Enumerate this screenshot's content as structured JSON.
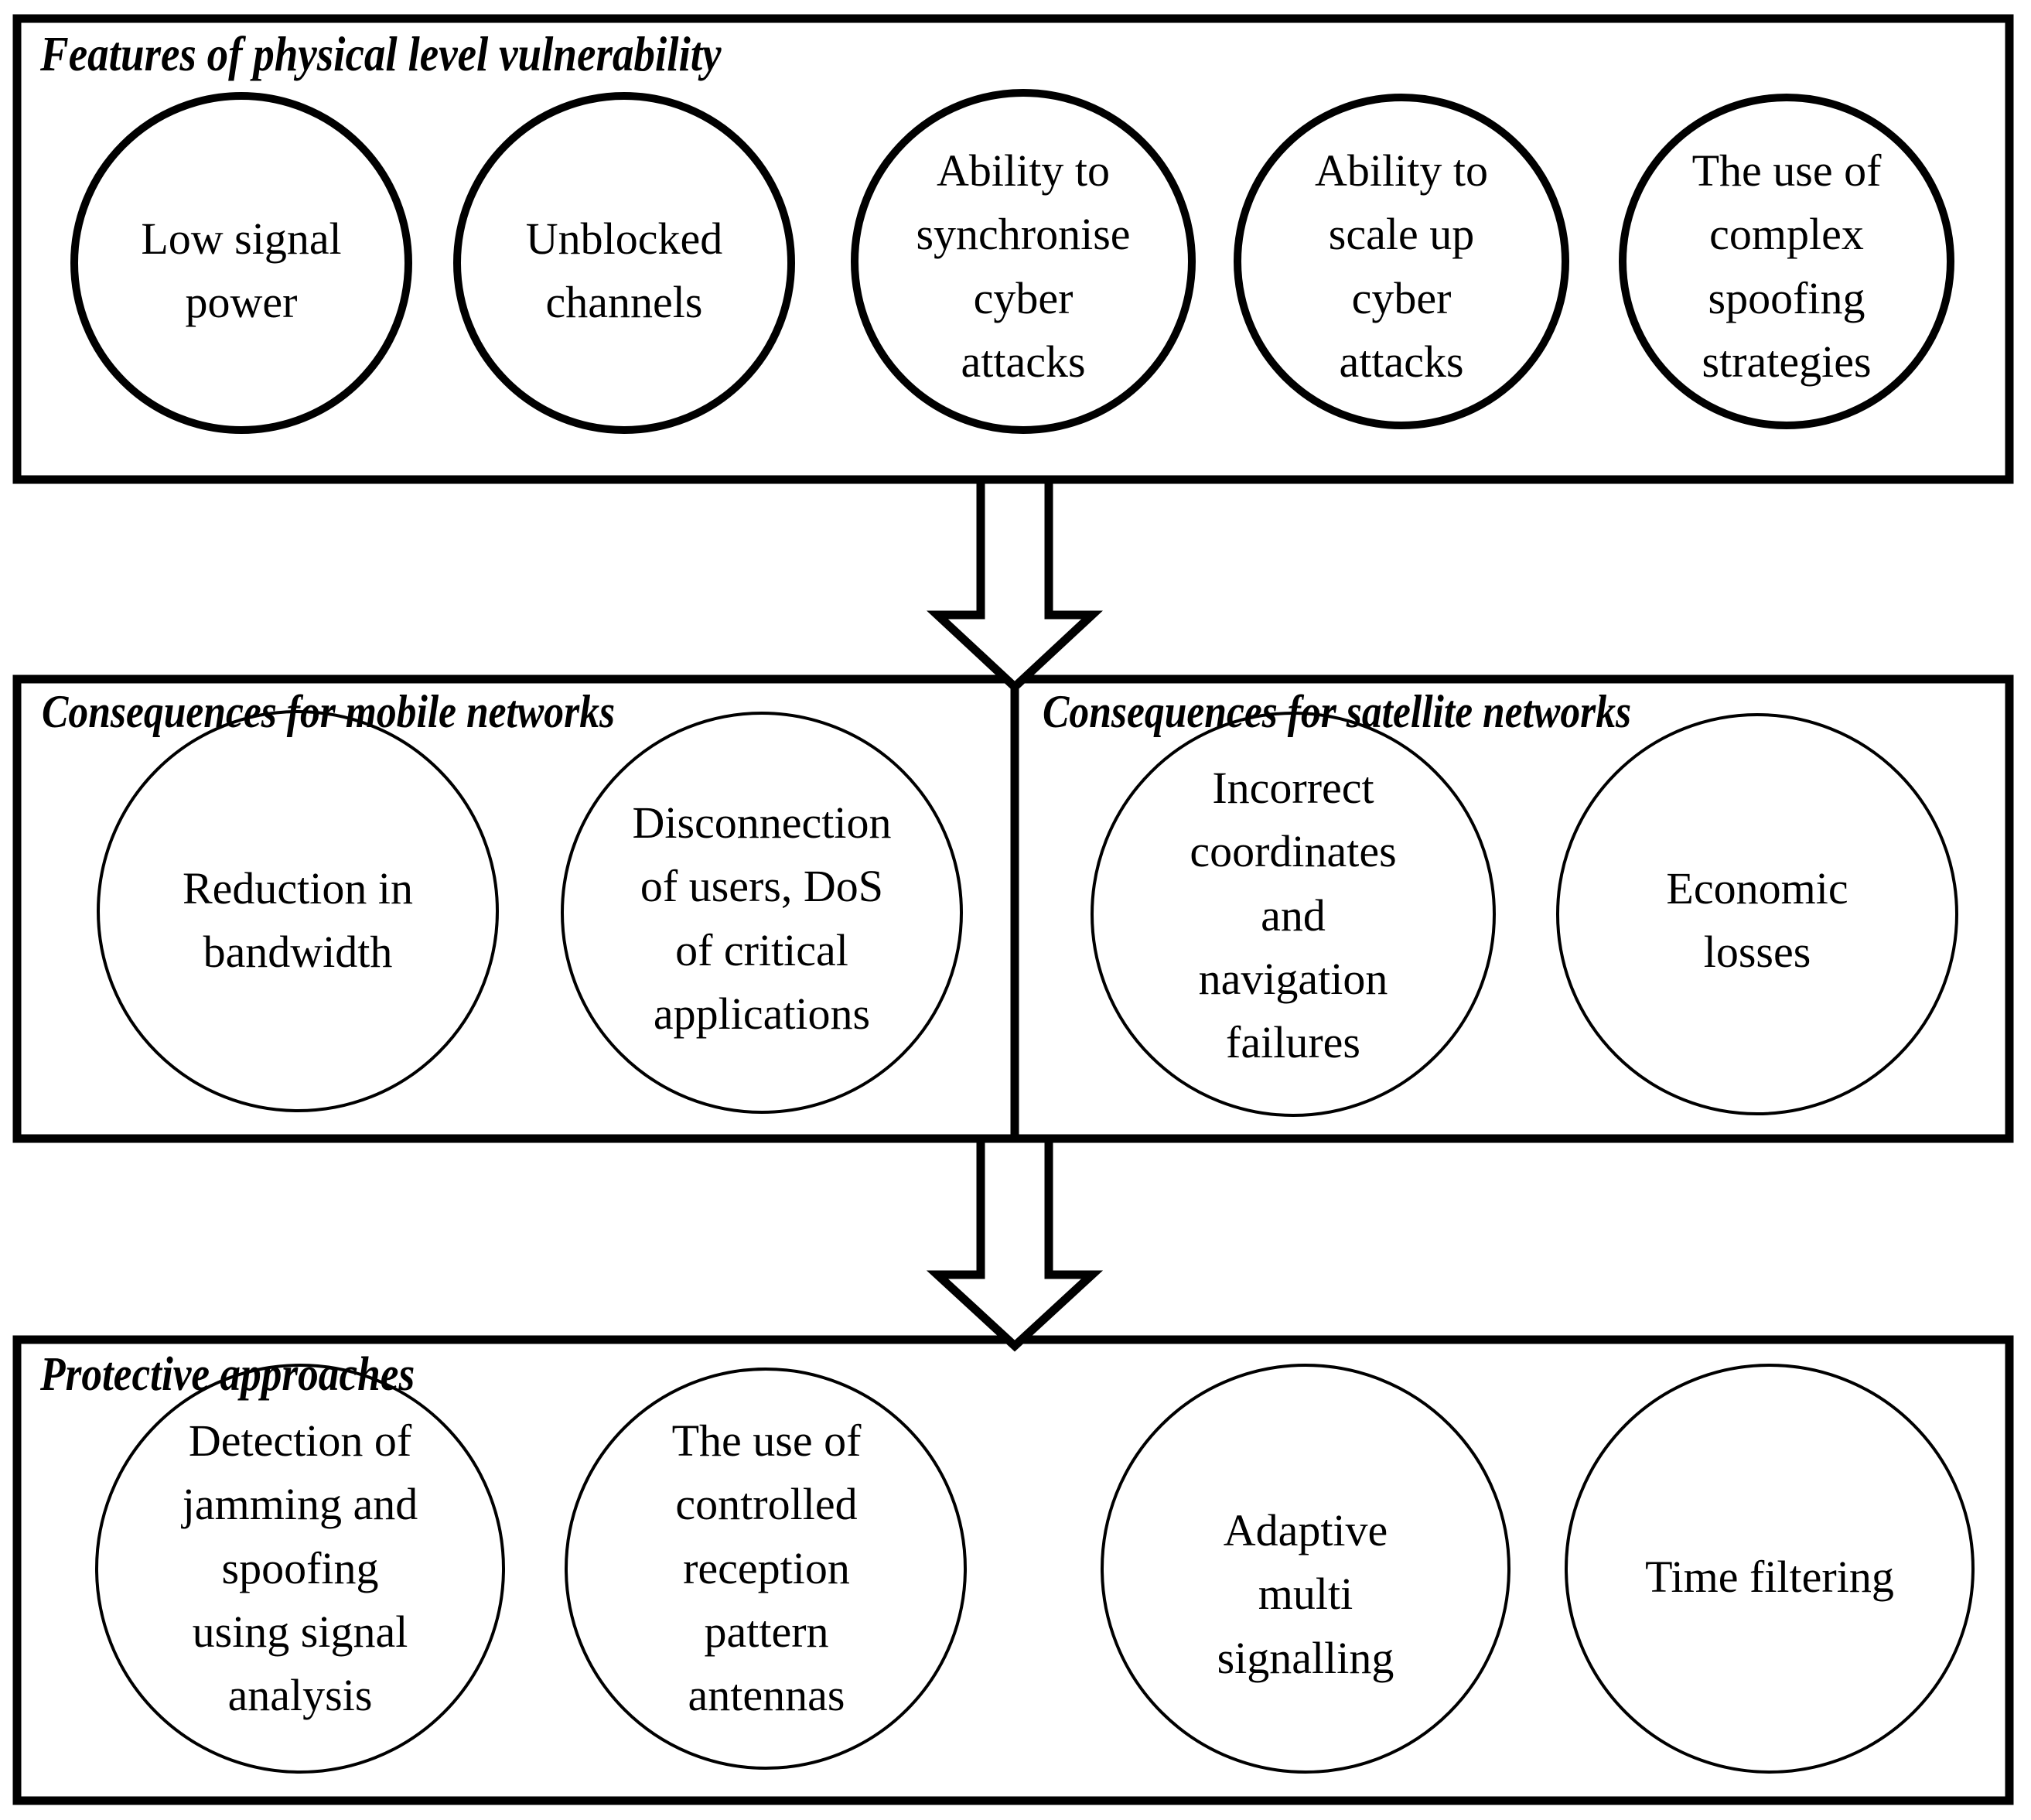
{
  "diagram": {
    "title_note": "GNSS / mobile-satellite physical-layer vulnerability flow diagram",
    "sections": [
      {
        "id": "features",
        "heading": "Features of physical level vulnerability",
        "nodes": [
          {
            "label": "Low signal\npower"
          },
          {
            "label": "Unblocked\nchannels"
          },
          {
            "label": "Ability to\nsynchronise\ncyber\nattacks"
          },
          {
            "label": "Ability to\nscale up\ncyber\nattacks"
          },
          {
            "label": "The use of\ncomplex\nspoofing\nstrategies"
          }
        ]
      },
      {
        "id": "consequences-mobile",
        "heading": "Consequences for mobile networks",
        "nodes": [
          {
            "label": "Reduction in\nbandwidth"
          },
          {
            "label": "Disconnection\nof users, DoS\nof critical\napplications"
          }
        ]
      },
      {
        "id": "consequences-satellite",
        "heading": "Consequences for satellite networks",
        "nodes": [
          {
            "label": "Incorrect\ncoordinates\nand\nnavigation\nfailures"
          },
          {
            "label": "Economic\nlosses"
          }
        ]
      },
      {
        "id": "protective",
        "heading": "Protective approaches",
        "nodes": [
          {
            "label": "Detection of\njamming and\nspoofing\nusing signal\nanalysis"
          },
          {
            "label": "The use of\ncontrolled\nreception\npattern\nantennas"
          },
          {
            "label": "Adaptive\nmulti\nsignalling"
          },
          {
            "label": "Time filtering"
          }
        ]
      }
    ],
    "connectors": [
      {
        "id": "arrow-features-to-consequences",
        "icon": "down-block-arrow-icon"
      },
      {
        "id": "arrow-consequences-to-protective",
        "icon": "down-block-arrow-icon"
      }
    ],
    "colors": {
      "stroke": "#000000",
      "fill": "#ffffff",
      "background": "#ffffff"
    }
  }
}
